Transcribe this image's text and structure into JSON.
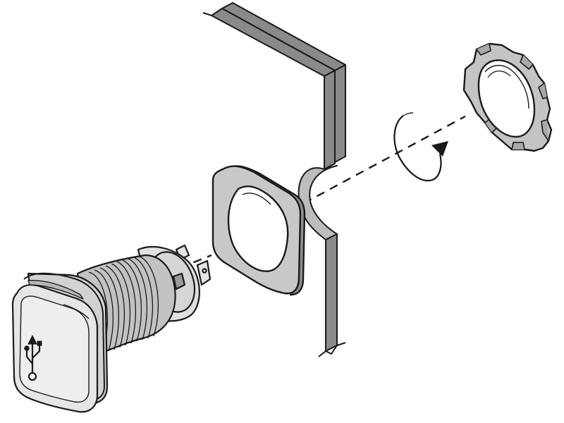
{
  "diagram": {
    "parts": [
      {
        "id": "usb-socket",
        "icon": "usb-icon"
      },
      {
        "id": "sealing-gasket"
      },
      {
        "id": "mounting-panel"
      },
      {
        "id": "locking-nut"
      }
    ],
    "arrows": [
      {
        "id": "assembly-axis",
        "style": "dashed"
      },
      {
        "id": "rotation-arrow",
        "direction": "clockwise"
      }
    ],
    "colors": {
      "outline": "#1a1a1a",
      "metal_light": "#e4e4e4",
      "metal_mid": "#c4c4c4",
      "metal_dark": "#8e8e8e",
      "panel": "#8a8a8a",
      "background": "#ffffff"
    }
  }
}
